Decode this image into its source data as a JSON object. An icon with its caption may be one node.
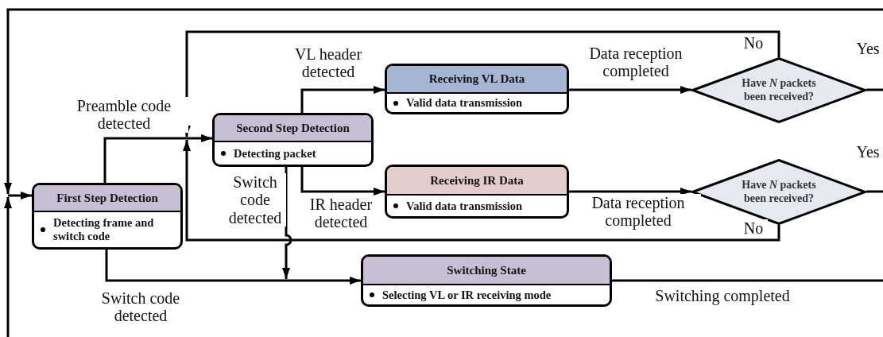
{
  "diagram": {
    "nodes": [
      {
        "text": [
          "First Step Detection",
          "Detecting frame and switch code"
        ]
      },
      {
        "text": [
          "Second Step Detection",
          "Detecting packet"
        ]
      },
      {
        "text": [
          "Receiving VL Data",
          "Valid data transmission"
        ]
      },
      {
        "text": [
          "Receiving IR Data",
          "Valid data transmission"
        ]
      },
      {
        "text": [
          "Have *N* packets been received?"
        ]
      },
      {
        "text": [
          "Have *N* packets been received?"
        ]
      },
      {
        "text": [
          "Switching State",
          "Selecting VL or IR receiving mode"
        ]
      }
    ],
    "edges": [
      {
        "from": 0,
        "to": 1,
        "arrow": "to",
        "label": "Preamble code detected"
      },
      {
        "from": 1,
        "to": 2,
        "arrow": "to",
        "label": "VL header detected"
      },
      {
        "from": 1,
        "to": 3,
        "arrow": "to",
        "label": "IR header detected"
      },
      {
        "from": 1,
        "to": 6,
        "arrow": "to",
        "label": "Switch code detected"
      },
      {
        "from": 0,
        "to": 6,
        "arrow": "to",
        "label": "Switch code detected"
      },
      {
        "from": 2,
        "to": 4,
        "arrow": "to",
        "label": "Data reception completed"
      },
      {
        "from": 3,
        "to": 5,
        "arrow": "to",
        "label": "Data reception completed"
      },
      {
        "from": 4,
        "to": 1,
        "arrow": "to",
        "label": "No"
      },
      {
        "from": 5,
        "to": 1,
        "arrow": "to",
        "label": "No"
      },
      {
        "from": 4,
        "to": null,
        "arrow": "none",
        "label": "Yes"
      },
      {
        "from": 5,
        "to": null,
        "arrow": "none",
        "label": "Yes"
      },
      {
        "from": 6,
        "to": null,
        "arrow": "none",
        "label": "Switching completed"
      },
      {
        "from": null,
        "to": 0,
        "arrow": "to"
      },
      {
        "from": null,
        "to": 0,
        "arrow": "to"
      }
    ]
  }
}
